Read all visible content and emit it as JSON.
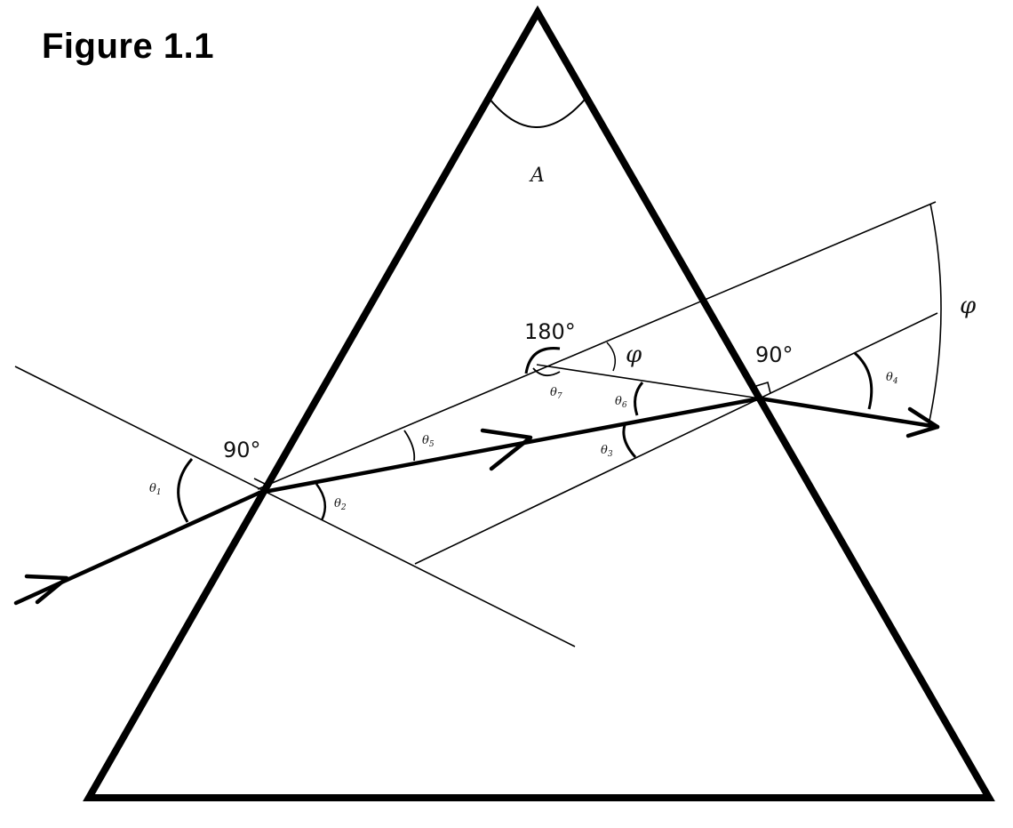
{
  "title": "Figure 1.1",
  "labels": {
    "apex": "A",
    "right_angle_left": "90°",
    "right_angle_right": "90°",
    "straight_angle": "180°",
    "phi_inner": "φ",
    "phi_outer": "φ",
    "theta1": "θ",
    "theta1_sub": "1",
    "theta2": "θ",
    "theta2_sub": "2",
    "theta3": "θ",
    "theta3_sub": "3",
    "theta4": "θ",
    "theta4_sub": "4",
    "theta5": "θ",
    "theta5_sub": "5",
    "theta6": "θ",
    "theta6_sub": "6",
    "theta7": "θ",
    "theta7_sub": "7"
  }
}
